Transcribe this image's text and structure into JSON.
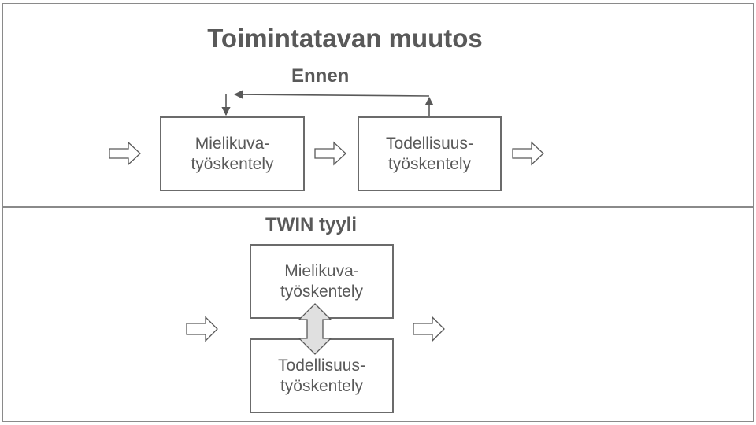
{
  "title": "Toimintatavan muutos",
  "before": {
    "label": "Ennen",
    "mental_box": {
      "line1": "Mielikuva-",
      "line2": "työskentely"
    },
    "reality_box": {
      "line1": "Todellisuus-",
      "line2": "työskentely"
    }
  },
  "twin": {
    "label": "TWIN tyyli",
    "mental_box": {
      "line1": "Mielikuva-",
      "line2": "työskentely"
    },
    "reality_box": {
      "line1": "Todellisuus-",
      "line2": "työskentely"
    }
  },
  "colors": {
    "text": "#595959",
    "border": "#6b6b6b",
    "arrow_fill": "#ffffff",
    "double_arrow_fill": "#e0e0e0"
  }
}
